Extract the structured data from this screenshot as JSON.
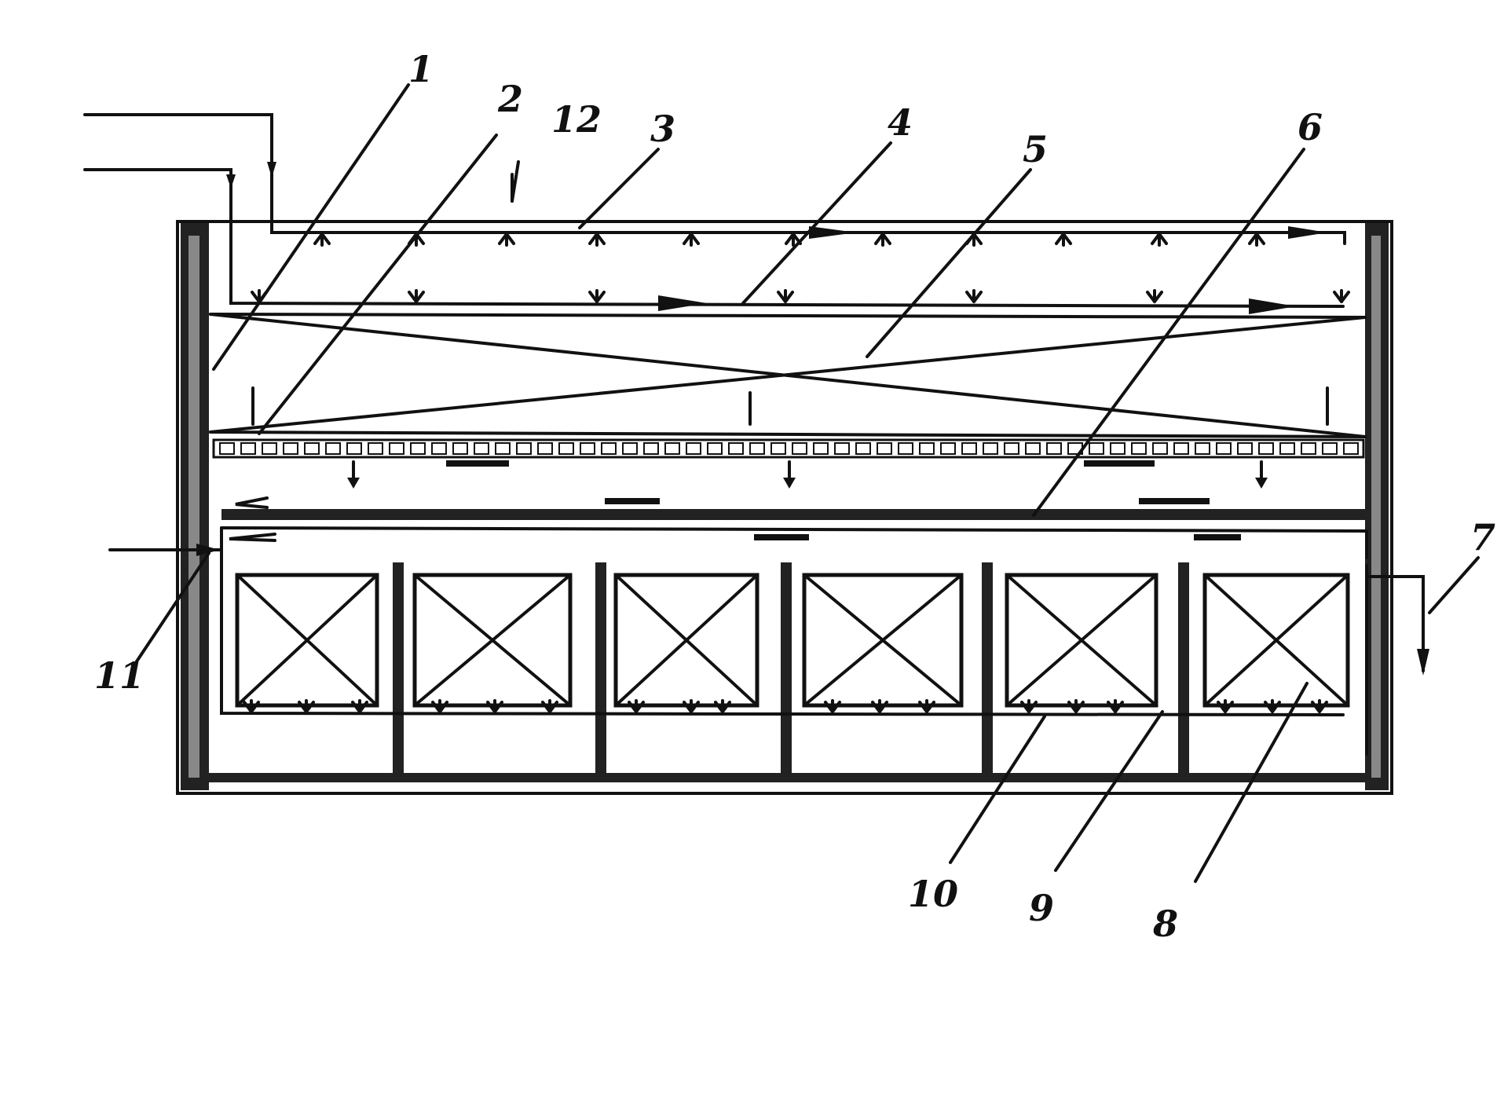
{
  "callouts": [
    {
      "id": "c1",
      "text": "1"
    },
    {
      "id": "c2",
      "text": "2"
    },
    {
      "id": "c12",
      "text": "12"
    },
    {
      "id": "c3",
      "text": "3"
    },
    {
      "id": "c4",
      "text": "4"
    },
    {
      "id": "c5",
      "text": "5"
    },
    {
      "id": "c6",
      "text": "6"
    },
    {
      "id": "c7",
      "text": "7"
    },
    {
      "id": "c8",
      "text": "8"
    },
    {
      "id": "c9",
      "text": "9"
    },
    {
      "id": "c10",
      "text": "10"
    },
    {
      "id": "c11",
      "text": "11"
    }
  ],
  "colors": {
    "ink": "#111111",
    "background": "#ffffff"
  }
}
